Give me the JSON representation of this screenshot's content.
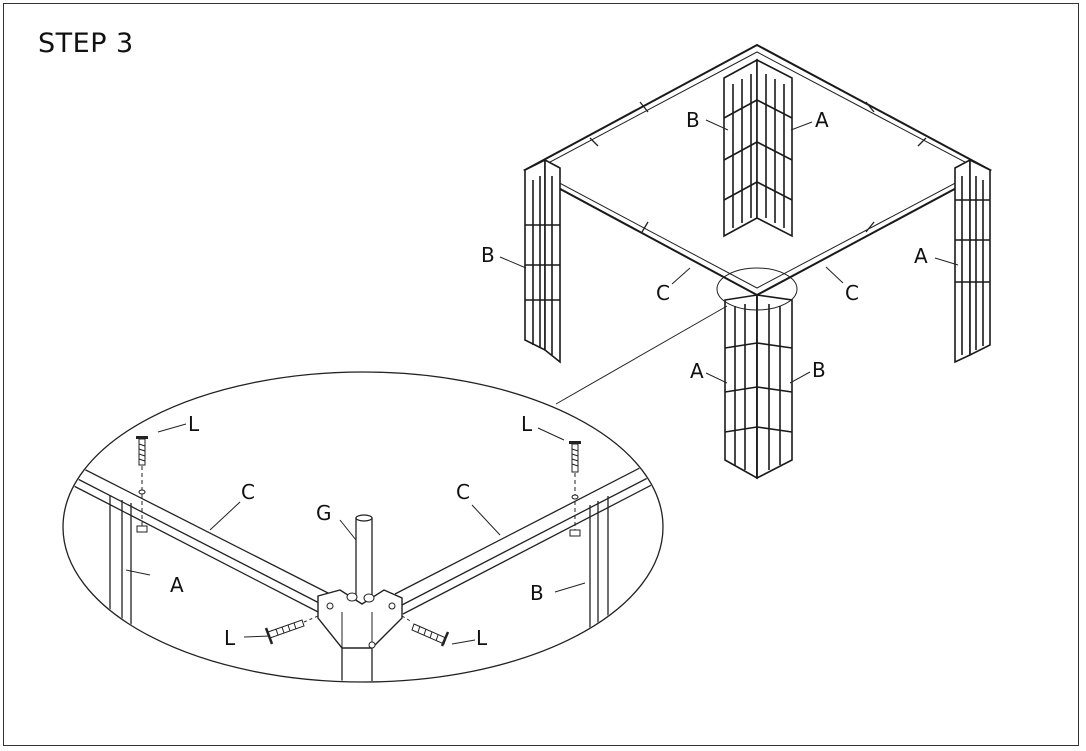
{
  "step_title": "STEP 3",
  "labels": {
    "part_a": "A",
    "part_b": "B",
    "part_c": "C",
    "part_g": "G",
    "part_l": "L"
  }
}
